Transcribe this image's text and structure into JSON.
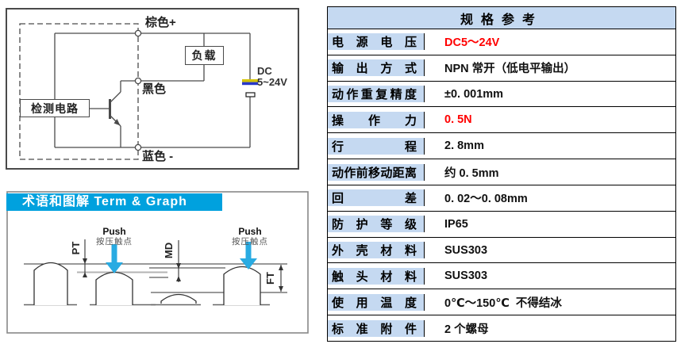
{
  "spec_table": {
    "title": "规格参考",
    "rows": [
      {
        "label": "电源电压",
        "value": "DC5～24V",
        "red": true
      },
      {
        "label": "输出方式",
        "value": "NPN 常开（低电平输出）",
        "red": false
      },
      {
        "label": "动作重复精度",
        "value": "±0. 001mm",
        "red": false
      },
      {
        "label": "操作力",
        "value": "0. 5N",
        "red": true
      },
      {
        "label": "行程",
        "value": "2. 8mm",
        "red": false
      },
      {
        "label": "动作前移动距离",
        "value": "约 0. 5mm",
        "red": false
      },
      {
        "label": "回差",
        "value": "0. 02～0. 08mm",
        "red": false
      },
      {
        "label": "防护等级",
        "value": "IP65",
        "red": false
      },
      {
        "label": "外壳材料",
        "value": "SUS303",
        "red": false
      },
      {
        "label": "触头材料",
        "value": "SUS303",
        "red": false
      },
      {
        "label": "使用温度",
        "value": "0℃～150℃  不得结冰",
        "red": false
      },
      {
        "label": "标准附件",
        "value": "2 个螺母",
        "red": false
      }
    ],
    "colors": {
      "header_bg": "#c5d9f1",
      "label_bg": "#c5d9f1",
      "red_value": "#ff0000",
      "border": "#000000"
    }
  },
  "circuit": {
    "brown_label": "棕色+",
    "load_label": "负载",
    "black_label": "黑色",
    "detect_label": "检测电路",
    "blue_label": "蓝色 -",
    "dc_label": "DC",
    "voltage_label": "5~24V",
    "battery_colors": {
      "top": "#d4c400",
      "bottom": "#2838c8"
    }
  },
  "term_graph": {
    "banner": "术语和图解 Term & Graph",
    "banner_bg": "#00a1de",
    "push1": {
      "title": "Push",
      "sub": "按压触点"
    },
    "push2": {
      "title": "Push",
      "sub": "按压触点"
    },
    "dim_pt": "PT",
    "dim_md": "MD",
    "dim_ft": "FT",
    "arrow_color": "#29abe2"
  }
}
